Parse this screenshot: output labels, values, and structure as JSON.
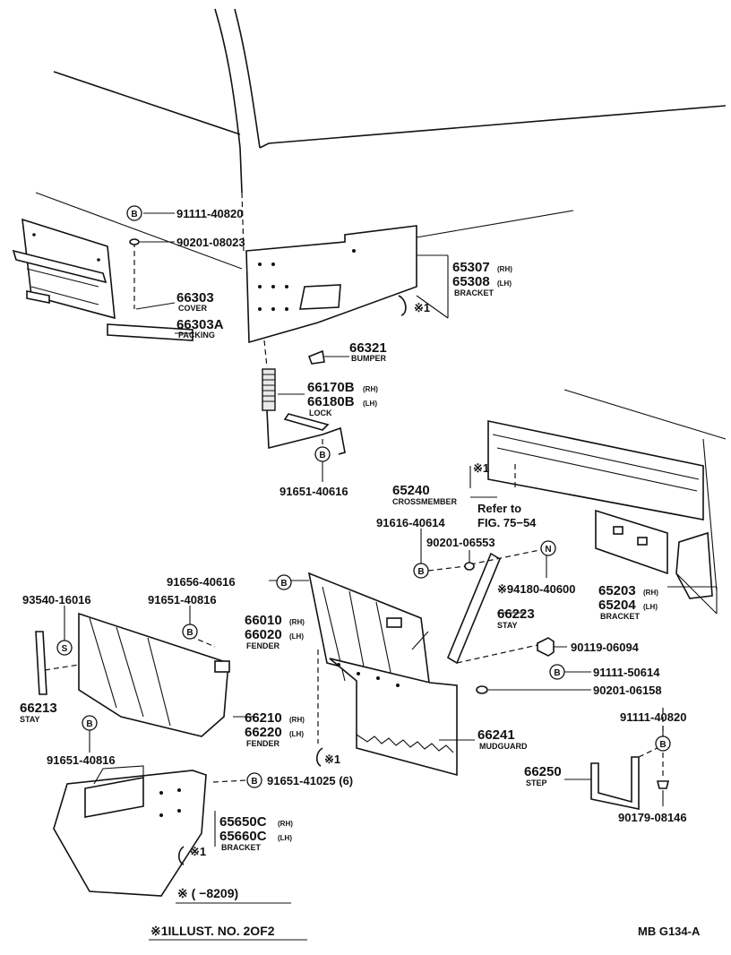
{
  "parts": {
    "p91111_40820a": {
      "num": "91111-40820",
      "badge": "B"
    },
    "p90201_08023": {
      "num": "90201-08023"
    },
    "p66303": {
      "num": "66303",
      "desc": "COVER"
    },
    "p66303A": {
      "num": "66303A",
      "desc": "PACKING"
    },
    "p65307": {
      "num": "65307",
      "sfx": "(RH)"
    },
    "p65308": {
      "num": "65308",
      "sfx": "(LH)",
      "desc": "BRACKET"
    },
    "p66321": {
      "num": "66321",
      "desc": "BUMPER"
    },
    "p66170B": {
      "num": "66170B",
      "sfx": "(RH)"
    },
    "p66180B": {
      "num": "66180B",
      "sfx": "(LH)",
      "desc": "LOCK"
    },
    "p91651_40616": {
      "num": "91651-40616",
      "badge": "B"
    },
    "p65240": {
      "num": "65240",
      "desc": "CROSSMEMBER"
    },
    "p91616_40614": {
      "num": "91616-40614",
      "badge": "B"
    },
    "p90201_06553": {
      "num": "90201-06553"
    },
    "p94180_40600": {
      "num": "※94180-40600",
      "badge": "N"
    },
    "p65203": {
      "num": "65203",
      "sfx": "(RH)"
    },
    "p65204": {
      "num": "65204",
      "sfx": "(LH)",
      "desc": "BRACKET"
    },
    "p91656_40616": {
      "num": "91656-40616",
      "badge": "B"
    },
    "p93540_16016": {
      "num": "93540-16016",
      "badge": "S"
    },
    "p91651_40816a": {
      "num": "91651-40816",
      "badge": "B"
    },
    "p66010": {
      "num": "66010",
      "sfx": "(RH)"
    },
    "p66020": {
      "num": "66020",
      "sfx": "(LH)",
      "desc": "FENDER"
    },
    "p66223": {
      "num": "66223",
      "desc": "STAY"
    },
    "p90119_06094": {
      "num": "90119-06094"
    },
    "p91111_50614": {
      "num": "91111-50614",
      "badge": "B"
    },
    "p90201_06158": {
      "num": "90201-06158"
    },
    "p66213": {
      "num": "66213",
      "desc": "STAY"
    },
    "p66210": {
      "num": "66210",
      "sfx": "(RH)"
    },
    "p66220": {
      "num": "66220",
      "sfx": "(LH)",
      "desc": "FENDER"
    },
    "p91651_40816b": {
      "num": "91651-40816",
      "badge": "B"
    },
    "p66241": {
      "num": "66241",
      "desc": "MUDGUARD"
    },
    "p91111_40820b": {
      "num": "91111-40820",
      "badge": "B"
    },
    "p66250": {
      "num": "66250",
      "desc": "STEP"
    },
    "p90179_08146": {
      "num": "90179-08146"
    },
    "p91651_41025": {
      "num": "91651-41025 (6)",
      "badge": "B"
    },
    "p65650C": {
      "num": "65650C",
      "sfx": "(RH)"
    },
    "p65660C": {
      "num": "65660C",
      "sfx": "(LH)",
      "desc": "BRACKET"
    }
  },
  "refer": {
    "line1": "Refer to",
    "line2": "FIG. 75−54"
  },
  "star_marks": {
    "s1": "※1",
    "s2": "※1",
    "s3": "※1",
    "s4": "※1"
  },
  "footer": {
    "range": "※ (       −8209)",
    "illust": "※1ILLUST. NO. 2OF2",
    "code": "MB G134-A"
  }
}
